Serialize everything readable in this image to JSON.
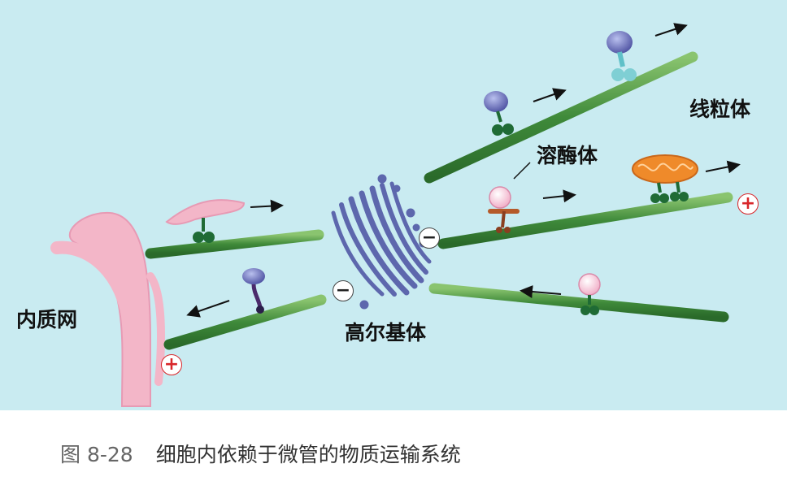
{
  "labels": {
    "er": "内质网",
    "golgi": "高尔基体",
    "lysosome": "溶酶体",
    "mitochondrion": "线粒体"
  },
  "caption": {
    "figure_number": "图 8-28",
    "title": "细胞内依赖于微管的物质运输系统"
  },
  "polarity": {
    "plus": "+",
    "minus": "−"
  },
  "colors": {
    "background": "#c9ebf1",
    "microtubule": "#3f8a3a",
    "motor": "#1f6b35",
    "er": "#f3b6c8",
    "golgi": "#5d67ad",
    "mitochondrion": "#ef8a2a",
    "plus_mark": "#d8262a"
  }
}
